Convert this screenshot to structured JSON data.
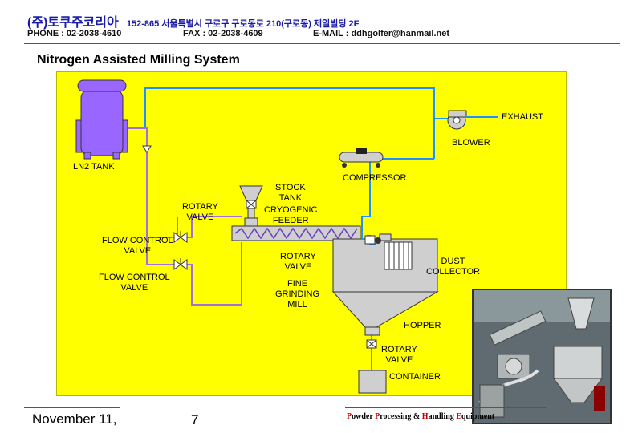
{
  "header": {
    "company_name": "(주)토쿠주코리아",
    "address": "152-865 서울특별시 구로구 구로동로 210(구로동) 제일빌딩 2F",
    "phone": "PHONE : 02-2038-4610",
    "fax": "FAX : 02-2038-4609",
    "email": "E-MAIL : ddhgolfer@hanmail.net"
  },
  "slide_title": "Nitrogen Assisted Milling System",
  "diagram_labels": {
    "exhaust": "EXHAUST",
    "blower": "BLOWER",
    "ln2_tank": "LN2 TANK",
    "compressor": "COMPRESSOR",
    "stock_tank": "STOCK\nTANK",
    "cryogenic_feeder": "CRYOGENIC\nFEEDER",
    "rotary_valve_1": "ROTARY\nVALVE",
    "flow_control_valve_1": "FLOW CONTROL\nVALVE",
    "flow_control_valve_2": "FLOW CONTROL\nVALVE",
    "rotary_valve_2": "ROTARY\nVALVE",
    "dust_collector": "DUST\nCOLLECTOR",
    "fine_grinding_mill": "FINE\nGRINDING\nMILL",
    "hopper": "HOPPER",
    "rotary_valve_3": "ROTARY\nVALVE",
    "container": "CONTAINER"
  },
  "colors": {
    "panel": "#ffff00",
    "ln2_line": "#a070e0",
    "air_line": "#1e90ff",
    "equipment": "#c8c8c8",
    "tank": "#9966ff"
  },
  "footer": {
    "date": "November 11,",
    "page": "7",
    "brand_p": "P",
    "brand_1": "owder ",
    "brand_p2": "P",
    "brand_2": "rocessing & ",
    "brand_h": "H",
    "brand_3": "andling ",
    "brand_e": "E",
    "brand_4": "quipment"
  }
}
